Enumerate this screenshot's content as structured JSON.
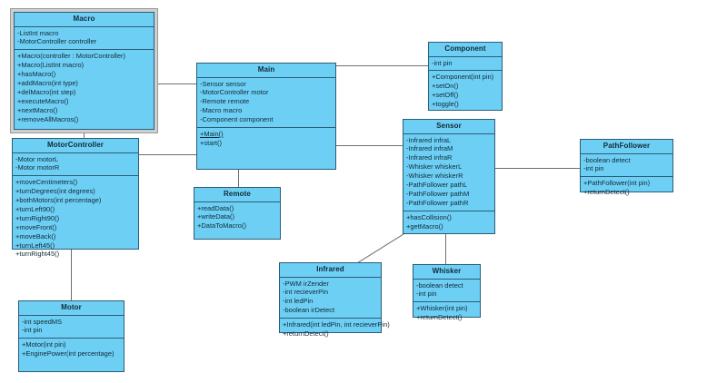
{
  "diagram": {
    "title": "UML Class Diagram",
    "type": "uml-class-diagram",
    "background_color": "#ffffff",
    "class_fill_color": "#6ecff5",
    "class_border_color": "#2a5d78",
    "connector_color": "#6e6e6e",
    "selection_frame_color": "#cfcfcf"
  },
  "classes": {
    "macro": {
      "name": "Macro",
      "selected": true,
      "attributes": [
        "-ListInt macro",
        "-MotorController controller"
      ],
      "methods": [
        "+Macro(controller : MotorController)",
        "+Macro(ListInt macro)",
        "+hasMacro()",
        "+addMacro(int type)",
        "+delMacro(int step)",
        "+executeMacro()",
        "+nextMacro()",
        "+removeAllMacros()"
      ]
    },
    "motorcontroller": {
      "name": "MotorController",
      "attributes": [
        "-Motor motorL",
        "-Motor motorR"
      ],
      "methods": [
        "+moveCentimeters()",
        "+turnDegrees(int degrees)",
        "+bothMotors(int percentage)",
        "+turnLeft90()",
        "+turnRight90()",
        "+moveFront()",
        "+moveBack()",
        "+turnLeft45()",
        "+turnRight45()"
      ]
    },
    "motor": {
      "name": "Motor",
      "attributes": [
        "-int speedMS",
        "-int pin"
      ],
      "methods": [
        "+Motor(int pin)",
        "+EnginePower(int percentage)"
      ]
    },
    "main": {
      "name": "Main",
      "attributes": [
        "-Sensor sensor",
        "-MotorController motor",
        "-Remote remote",
        "-Macro macro",
        "-Component component"
      ],
      "methods": [
        "+Main()",
        "+start()"
      ],
      "static_methods": [
        "+Main()"
      ]
    },
    "remote": {
      "name": "Remote",
      "attributes": [],
      "methods": [
        "+readData()",
        "+writeData()",
        "+DataToMacro()"
      ]
    },
    "component": {
      "name": "Component",
      "attributes": [
        "-int pin"
      ],
      "methods": [
        "+Component(int pin)",
        "+setOn()",
        "+setOff()",
        "+toggle()"
      ]
    },
    "sensor": {
      "name": "Sensor",
      "attributes": [
        "-Infrared infraL",
        "-Infrared infraM",
        "-Infrared infraR",
        "-Whisker whiskerL",
        "-Whisker whiskerR",
        "-PathFollower pathL",
        "-PathFollower pathM",
        "-PathFollower pathR"
      ],
      "methods": [
        "+hasCollision()",
        "+getMacro()"
      ]
    },
    "pathfollower": {
      "name": "PathFollower",
      "attributes": [
        "-boolean detect",
        "-int pin"
      ],
      "methods": [
        "+PathFollower(int pin)",
        "+returnDetect()"
      ]
    },
    "infrared": {
      "name": "Infrared",
      "attributes": [
        "-PWM irZender",
        "-int recieverPin",
        "-int ledPin",
        "-boolean irDetect"
      ],
      "methods": [
        "+Infrared(int ledPin, int recieverPin)",
        "+returnDetect()"
      ]
    },
    "whisker": {
      "name": "Whisker",
      "attributes": [
        "-boolean detect",
        "-int pin"
      ],
      "methods": [
        "+Whisker(int pin)",
        "+returnDetect()"
      ]
    }
  }
}
